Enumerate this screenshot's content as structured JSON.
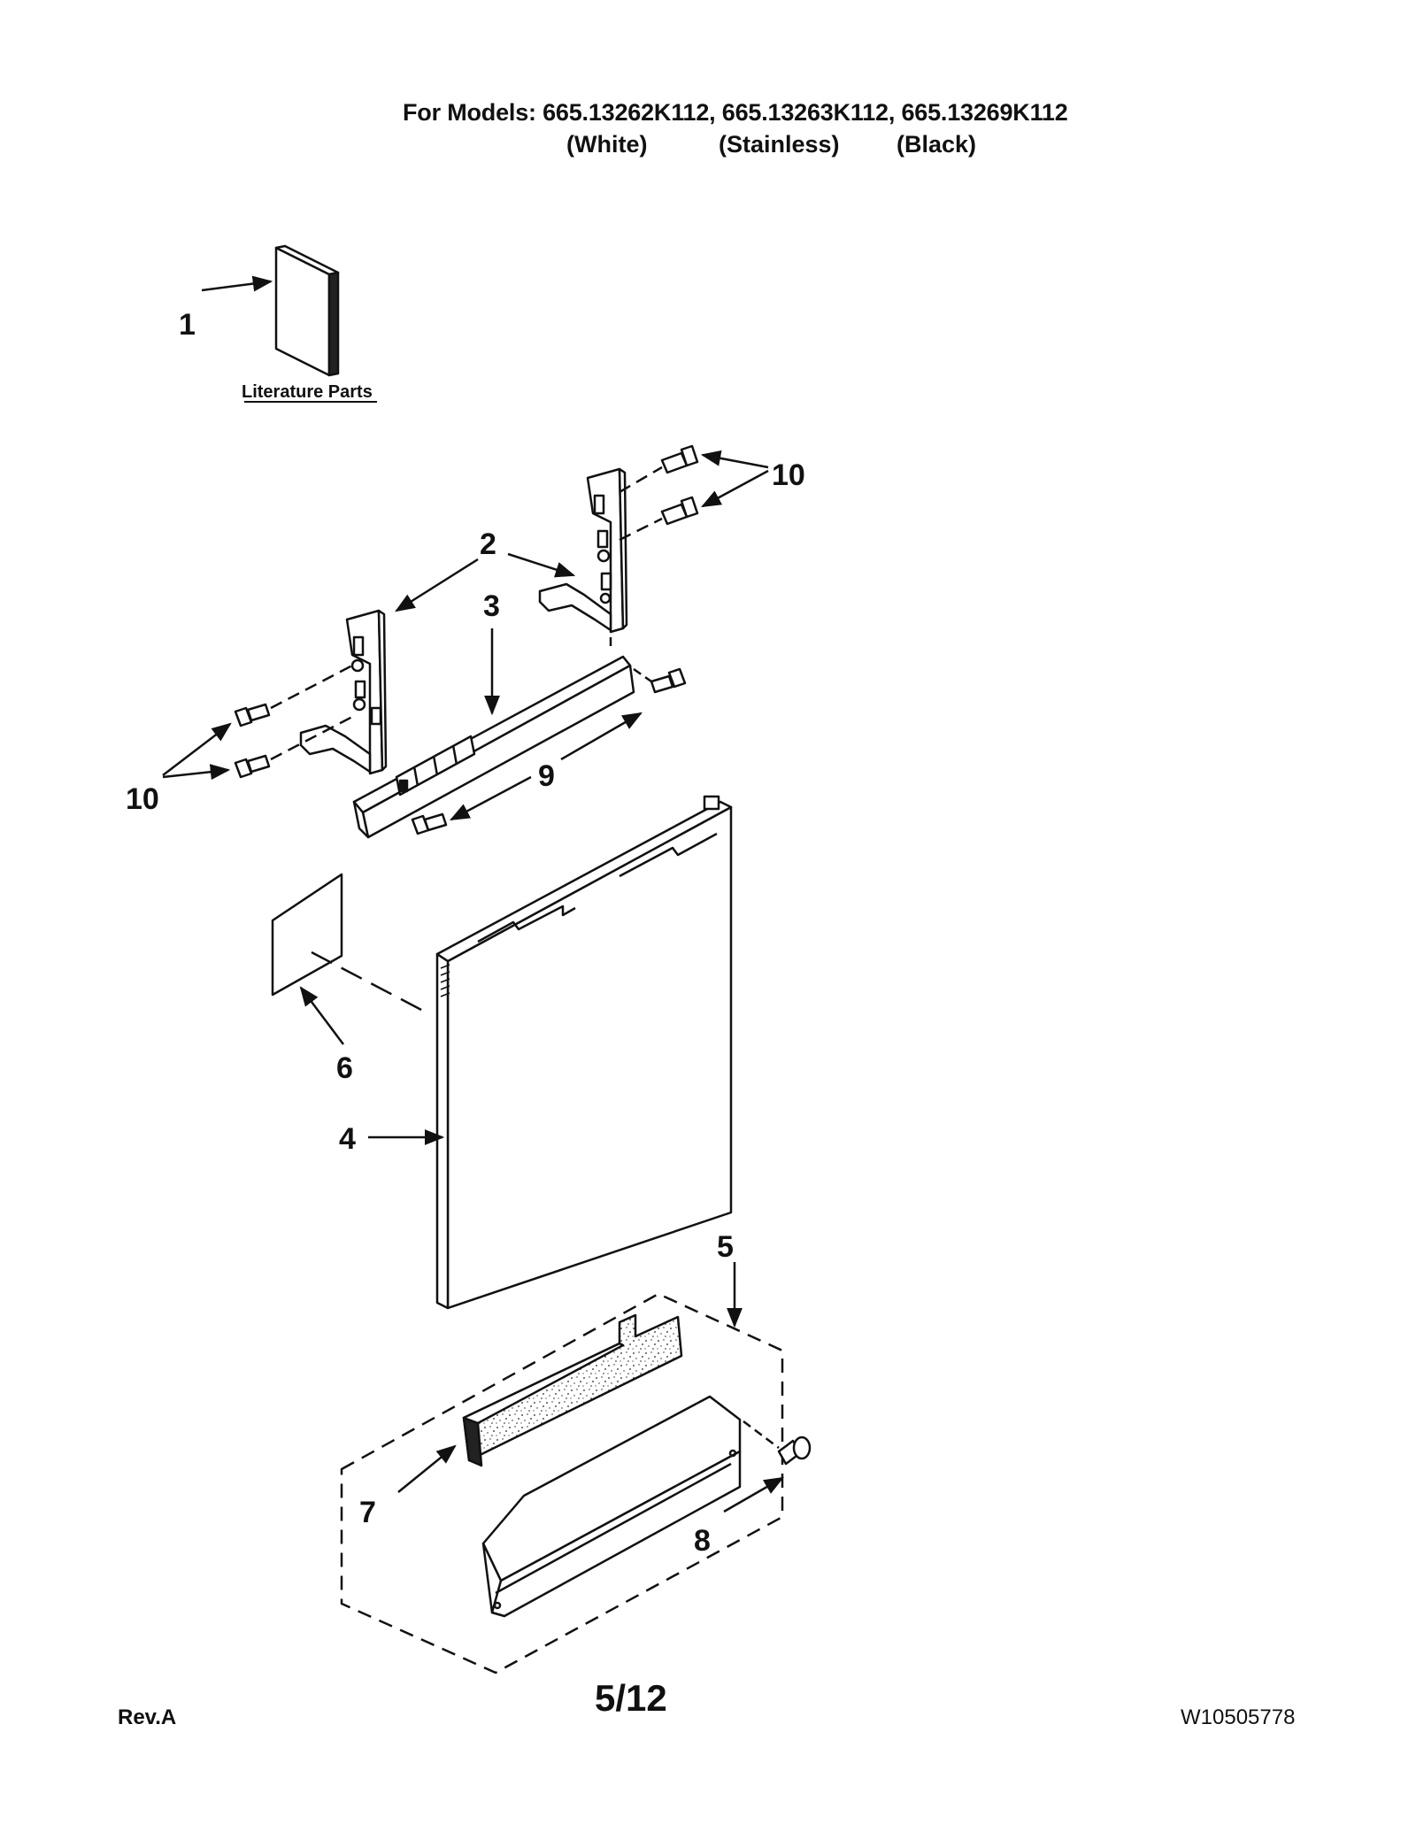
{
  "header": {
    "models_line": "For Models: 665.13262K112, 665.13263K112, 665.13269K112",
    "variants": [
      "(White)",
      "(Stainless)",
      "(Black)"
    ]
  },
  "literature_label": "Literature Parts",
  "callouts": [
    {
      "id": "1",
      "label": "1"
    },
    {
      "id": "2",
      "label": "2"
    },
    {
      "id": "3",
      "label": "3"
    },
    {
      "id": "4",
      "label": "4"
    },
    {
      "id": "5",
      "label": "5"
    },
    {
      "id": "6",
      "label": "6"
    },
    {
      "id": "7",
      "label": "7"
    },
    {
      "id": "8",
      "label": "8"
    },
    {
      "id": "9",
      "label": "9"
    },
    {
      "id": "10a",
      "label": "10"
    },
    {
      "id": "10b",
      "label": "10"
    }
  ],
  "footer": {
    "rev": "Rev.A",
    "page": "5/12",
    "doc_number": "W10505778"
  }
}
